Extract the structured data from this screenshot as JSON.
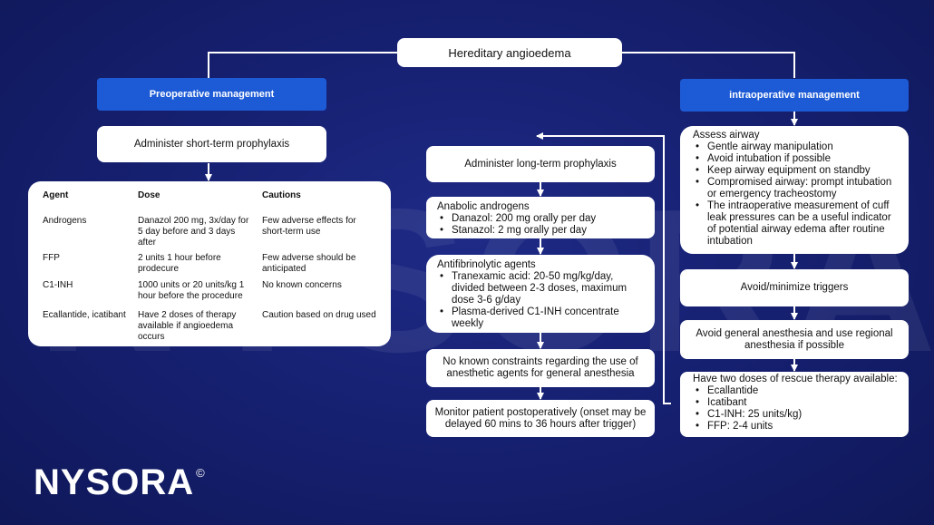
{
  "root": {
    "label": "Hereditary angioedema"
  },
  "left": {
    "header": "Preoperative management",
    "step1": "Administer short-term prophylaxis",
    "table": {
      "headers": [
        "Agent",
        "Dose",
        "Cautions"
      ],
      "rows": [
        [
          "Androgens",
          "Danazol 200 mg, 3x/day for 5 day before and 3 days after",
          "Few adverse effects for short-term use"
        ],
        [
          "FFP",
          "2 units 1 hour before prodecure",
          "Few adverse should be anticipated"
        ],
        [
          "C1-INH",
          "1000 units or 20 units/kg 1 hour before the procedure",
          "No known concerns"
        ],
        [
          "Ecallantide, icatibant",
          "Have 2 doses of therapy available if angioedema occurs",
          "Caution based on drug used"
        ]
      ]
    }
  },
  "middle": {
    "longterm": "Administer long-term prophylaxis",
    "androgens": {
      "title": "Anabolic androgens",
      "items": [
        "Danazol: 200 mg orally per day",
        "Stanazol: 2 mg orally per day"
      ]
    },
    "antifib": {
      "title": "Antifibrinolytic agents",
      "items": [
        "Tranexamic acid: 20-50 mg/kg/day, divided between 2-3 doses, maximum dose 3-6 g/day",
        "Plasma-derived C1-INH concentrate weekly"
      ]
    },
    "noconstraints": "No known constraints regarding the use of anesthetic agents for general anesthesia",
    "monitor": "Monitor patient postoperatively (onset may be delayed 60 mins to 36 hours after trigger)"
  },
  "right": {
    "header": "intraoperative management",
    "airway": {
      "title": "Assess airway",
      "items": [
        "Gentle airway manipulation",
        "Avoid intubation if possible",
        "Keep airway equipment on standby",
        "Compromised airway: prompt intubation or emergency tracheostomy",
        "The intraoperative measurement of cuff leak pressures can be a useful indicator of potential airway edema after routine intubation"
      ]
    },
    "triggers": "Avoid/minimize triggers",
    "general": "Avoid general anesthesia and use regional anesthesia if possible",
    "rescue": {
      "title": "Have two doses of rescue therapy available:",
      "items": [
        "Ecallantide",
        "Icatibant",
        "C1-INH: 25 units/kg)",
        "FFP: 2-4 units"
      ]
    }
  },
  "watermark": "NYSORA",
  "logo": {
    "text": "NYSORA",
    "mark": "©"
  },
  "colors": {
    "background": "#151f6e",
    "header": "#1d5bd6",
    "box": "#ffffff",
    "connector": "#ffffff"
  }
}
